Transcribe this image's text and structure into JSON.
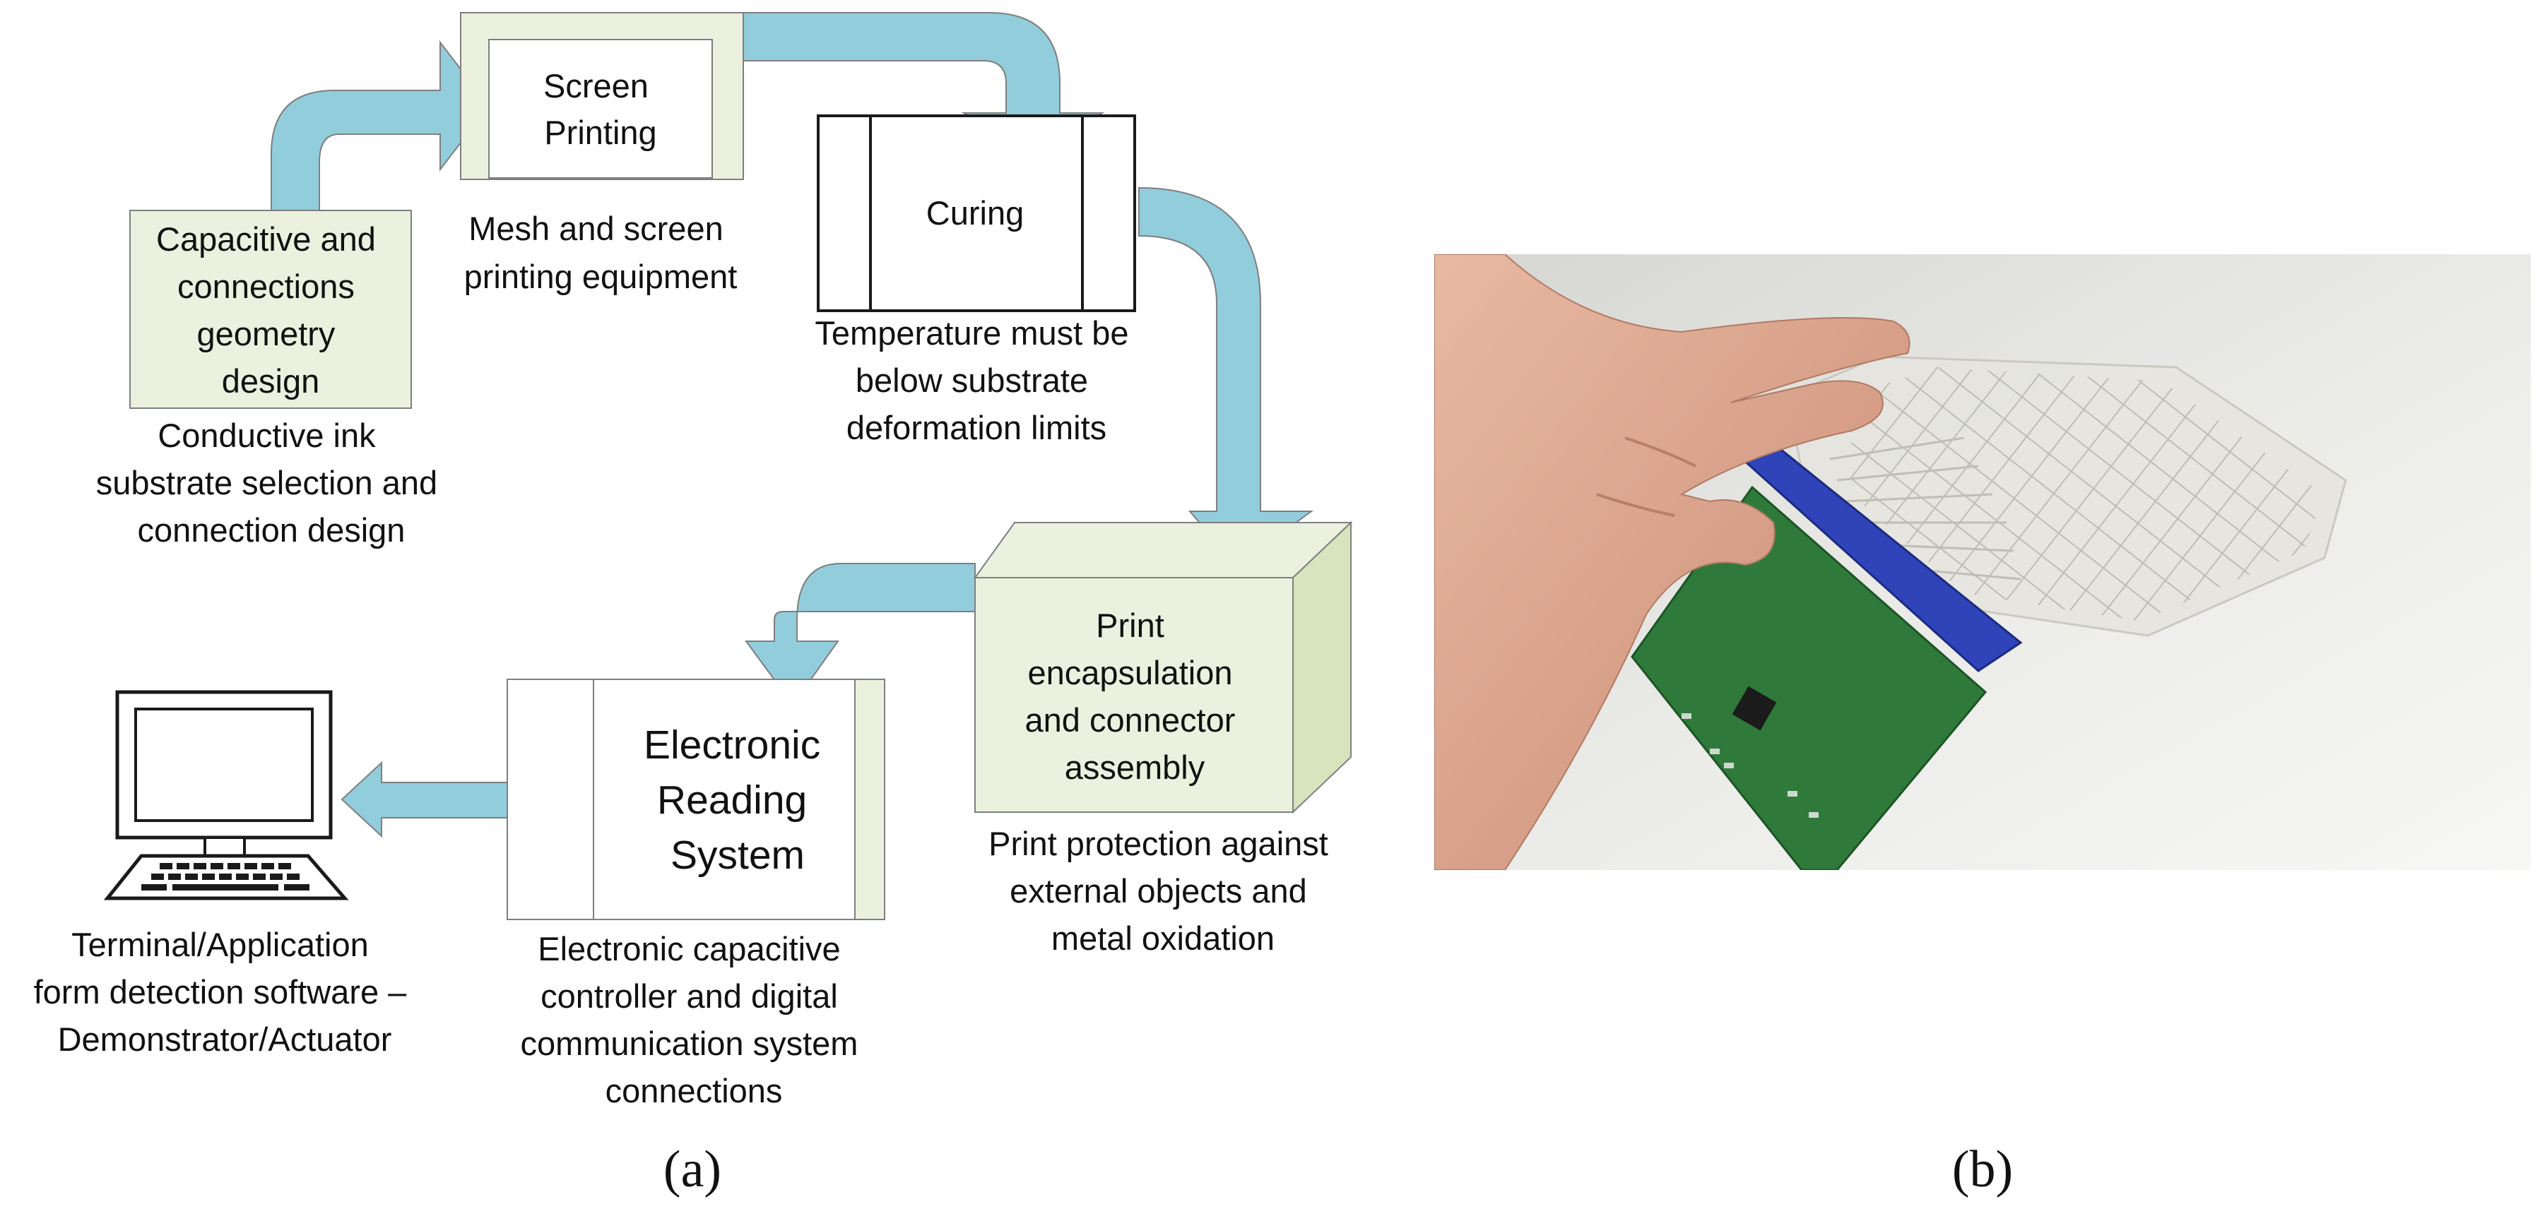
{
  "panel_a": {
    "label": "(a)",
    "design_box": [
      "Capacitive and",
      "connections",
      "geometry",
      "design"
    ],
    "design_caption": [
      "Conductive ink",
      "substrate selection and",
      "connection design"
    ],
    "screen_box": [
      "Screen",
      "Printing"
    ],
    "screen_caption": [
      "Mesh and screen",
      "printing equipment"
    ],
    "curing_box": [
      "Curing"
    ],
    "curing_caption": [
      "Temperature must be",
      "below substrate",
      "deformation limits"
    ],
    "encap_box": [
      "Print",
      "encapsulation",
      "and connector",
      "assembly"
    ],
    "encap_caption": [
      "Print protection against",
      "external objects and",
      "metal oxidation"
    ],
    "reading_box": [
      "Electronic",
      "Reading",
      "System"
    ],
    "reading_caption": [
      "Electronic capacitive",
      "controller and digital",
      "communication system",
      "connections"
    ],
    "terminal_caption": [
      "Terminal/Application",
      "form detection software –",
      "Demonstrator/Actuator"
    ],
    "colors": {
      "arrow": "#92cddc",
      "box_fill": "#ebf1de",
      "box_side": "#d7e4bd",
      "stroke": "#7f7f7f"
    }
  },
  "panel_b": {
    "label": "(b)"
  }
}
